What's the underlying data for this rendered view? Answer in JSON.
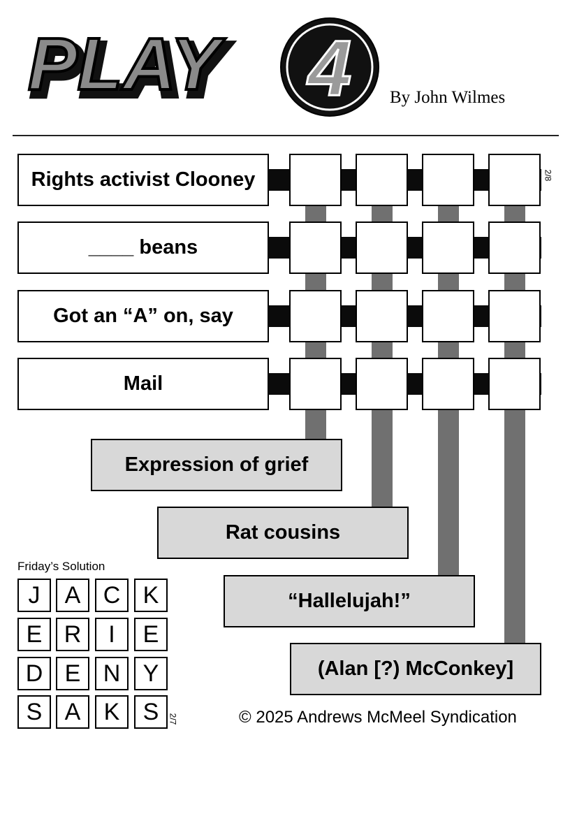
{
  "header": {
    "logo_text": "PLAY",
    "logo_number": "4",
    "byline": "By John Wilmes"
  },
  "puzzle": {
    "date": "2/8",
    "across_clues": [
      "Rights activist Clooney",
      "____ beans",
      "Got an “A” on, say",
      "Mail"
    ],
    "down_clues": [
      "Expression of grief",
      "Rat cousins",
      "“Hallelujah!”",
      "(Alan [?) McConkey]"
    ]
  },
  "solution": {
    "title": "Friday’s Solution",
    "date": "2/7",
    "rows": [
      [
        "J",
        "A",
        "C",
        "K"
      ],
      [
        "E",
        "R",
        "I",
        "E"
      ],
      [
        "D",
        "E",
        "N",
        "Y"
      ],
      [
        "S",
        "A",
        "K",
        "S"
      ]
    ]
  },
  "footer": {
    "copyright": "© 2025 Andrews McMeel Syndication"
  }
}
